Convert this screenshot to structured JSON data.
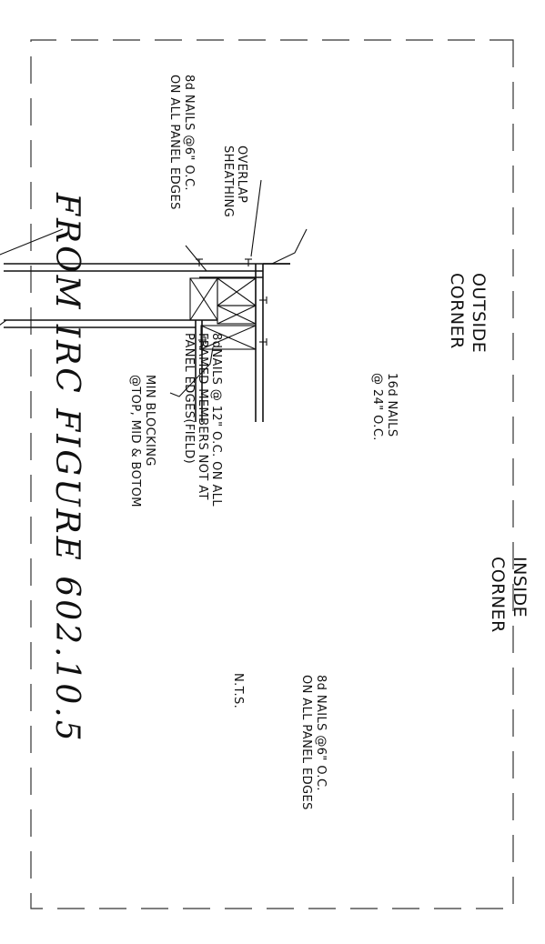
{
  "title": "FROM IRC FIGURE 602.10.5",
  "outside_corner": {
    "line1": "OUTSIDE",
    "line2": "CORNER"
  },
  "inside_corner": {
    "line1": "INSIDE",
    "line2": "CORNER"
  },
  "notes": {
    "overlap_sheathing": [
      "OVERLAP",
      "SHEATHING"
    ],
    "nails_6_left": [
      "8d NAILS @6\" O.C.",
      "ON ALL PANEL EDGES"
    ],
    "nails_12": [
      "8dNAILS @ 12\" O.C. ON ALL",
      "FRAMED MEMBERS NOT AT",
      "PANEL EDGES(FIELD)"
    ],
    "nails_16": [
      "16d NAILS",
      "@ 24\" O.C."
    ],
    "min_blocking": [
      "MIN BLOCKING",
      "@TOP, MID & BOTOM"
    ],
    "nails_6_right": [
      "8d NAILS @6\" O.C.",
      "ON ALL PANEL EDGES"
    ],
    "nts": "N.T.S."
  }
}
